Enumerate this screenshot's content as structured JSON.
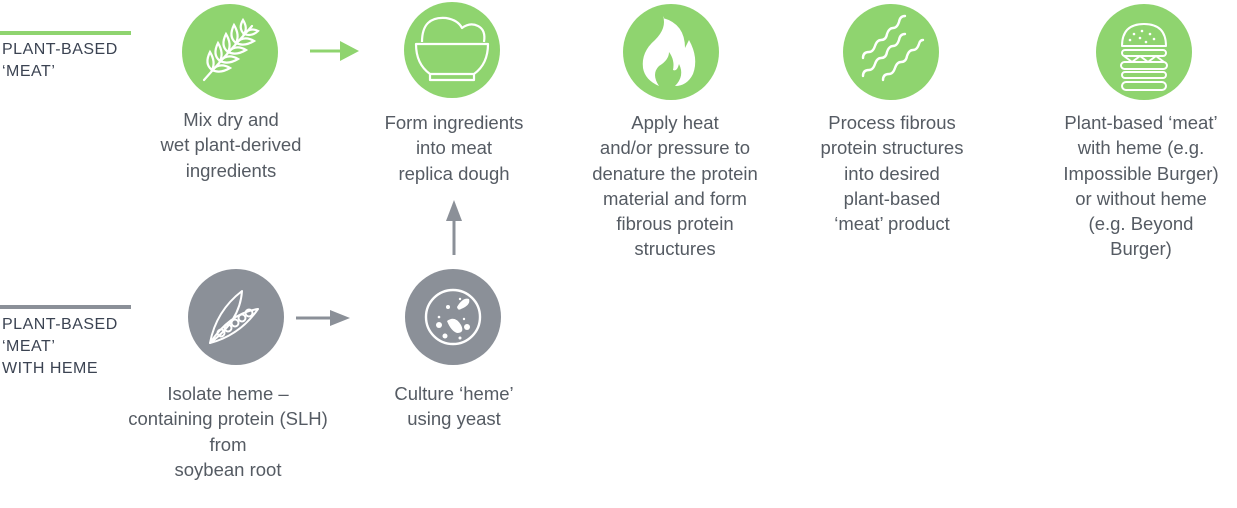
{
  "colors": {
    "green": "#8fd46f",
    "gray": "#8b9098",
    "label_text": "#3b4352",
    "body_text": "#555b63"
  },
  "rows": [
    {
      "label_lines": [
        "PLANT-BASED",
        "‘MEAT’"
      ]
    },
    {
      "label_lines": [
        "PLANT-BASED",
        "‘MEAT’",
        "WITH HEME"
      ]
    }
  ],
  "steps": [
    {
      "icon": "wheat-icon",
      "lines": [
        "Mix dry and",
        "wet plant-derived",
        "ingredients"
      ]
    },
    {
      "icon": "bowl-icon",
      "lines": [
        "Form ingredients",
        "into meat",
        "replica dough"
      ]
    },
    {
      "icon": "flame-icon",
      "lines": [
        "Apply heat",
        "and/or pressure to",
        "denature the protein",
        "material and form",
        "fibrous protein",
        "structures"
      ]
    },
    {
      "icon": "fibers-icon",
      "lines": [
        "Process fibrous",
        "protein structures",
        "into desired",
        "plant-based",
        "‘meat’ product"
      ]
    },
    {
      "icon": "burger-icon",
      "lines": [
        "Plant-based ‘meat’",
        "with heme (e.g.",
        "Impossible Burger)",
        "or without heme",
        "(e.g. Beyond",
        "Burger)"
      ]
    },
    {
      "icon": "pea-pod-icon",
      "lines": [
        "Isolate heme –",
        "containing protein (SLH)",
        "from",
        "soybean root"
      ]
    },
    {
      "icon": "petri-dish-yeast-icon",
      "lines": [
        "Culture ‘heme’",
        "using yeast"
      ]
    }
  ]
}
